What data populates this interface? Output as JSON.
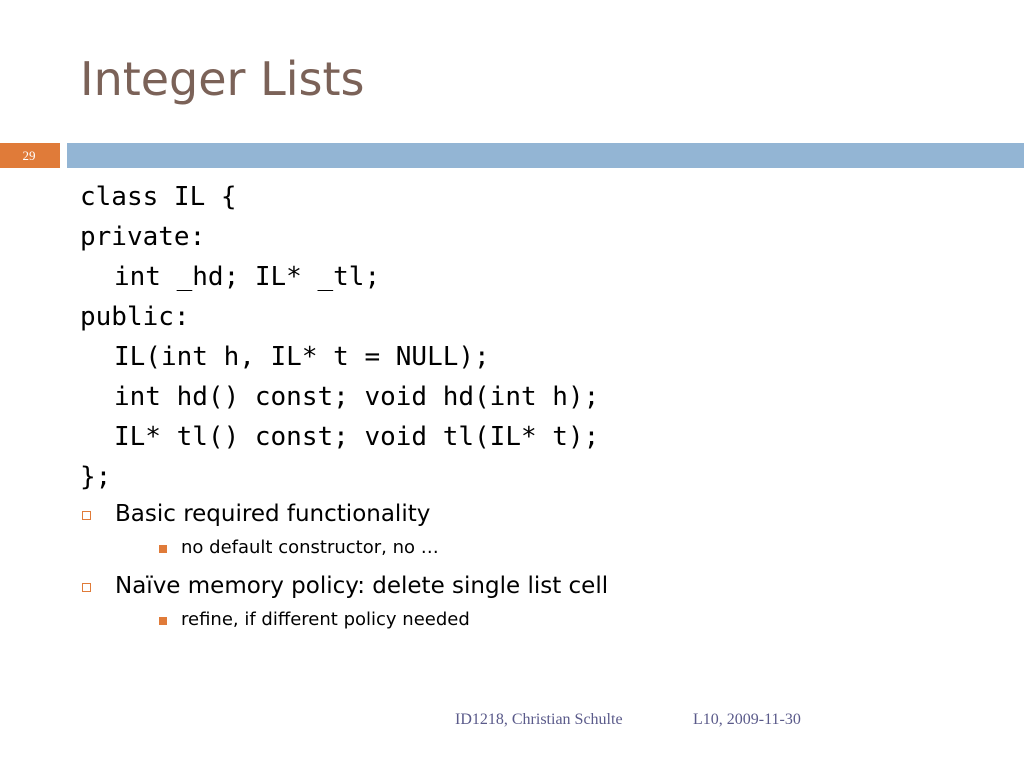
{
  "slide": {
    "title": "Integer Lists",
    "page_number": "29",
    "colors": {
      "title": "#7b6258",
      "accent": "#e07b39",
      "header_bar": "#93b5d4",
      "footer_text": "#5a5a8a"
    }
  },
  "code": {
    "lines": [
      "class IL {",
      "private:",
      "int _hd; IL* _tl;",
      "public:",
      "IL(int h, IL* t = NULL);",
      "int hd() const; void hd(int h);",
      "IL* tl() const; void tl(IL* t);",
      "};"
    ]
  },
  "bullets": [
    {
      "text": "Basic required functionality",
      "sub": "no default constructor, no …"
    },
    {
      "text": "Naïve memory policy: delete single list cell",
      "sub": "refine, if different policy needed"
    }
  ],
  "footer": {
    "left": "ID1218, Christian Schulte",
    "right": "L10, 2009-11-30"
  }
}
